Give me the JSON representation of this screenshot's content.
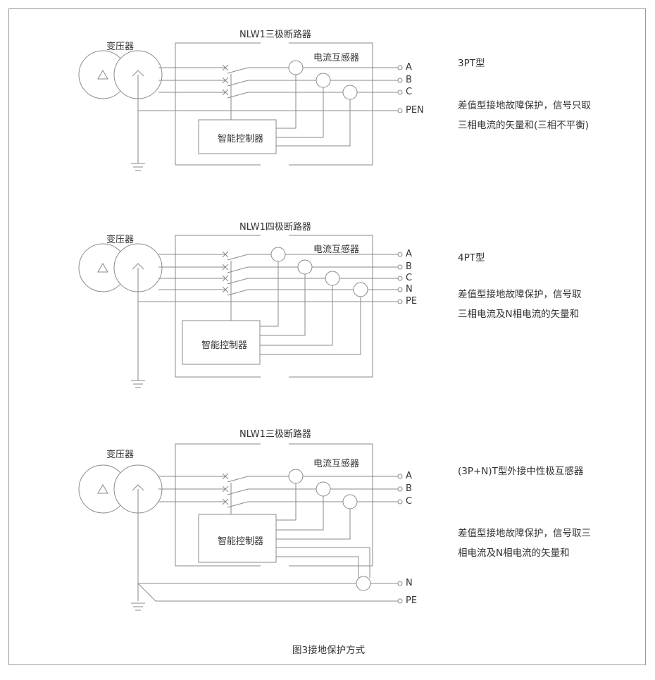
{
  "diagrams": [
    {
      "title": "NLW1三极断路器",
      "transformer": "变压器",
      "ct_label": "电流互感器",
      "controller": "智能控制器",
      "terminals": [
        "A",
        "B",
        "C",
        "PEN"
      ],
      "type": "3PT型",
      "desc": [
        "差值型接地故障保护，信号只取",
        "三相电流的矢量和(三相不平衡)"
      ]
    },
    {
      "title": "NLW1四极断路器",
      "transformer": "变压器",
      "ct_label": "电流互感器",
      "controller": "智能控制器",
      "terminals": [
        "A",
        "B",
        "C",
        "N",
        "PE"
      ],
      "type": "4PT型",
      "desc": [
        "差值型接地故障保护，信号取",
        "三相电流及N相电流的矢量和"
      ]
    },
    {
      "title": "NLW1三极断路器",
      "transformer": "变压器",
      "ct_label": "电流互感器",
      "controller": "智能控制器",
      "terminals": [
        "A",
        "B",
        "C",
        "N",
        "PE"
      ],
      "type": "(3P+N)T型外接中性极互感器",
      "desc": [
        "差值型接地故障保护，信号取三",
        "相电流及N相电流的矢量和"
      ]
    }
  ],
  "caption": "图3接地保护方式"
}
